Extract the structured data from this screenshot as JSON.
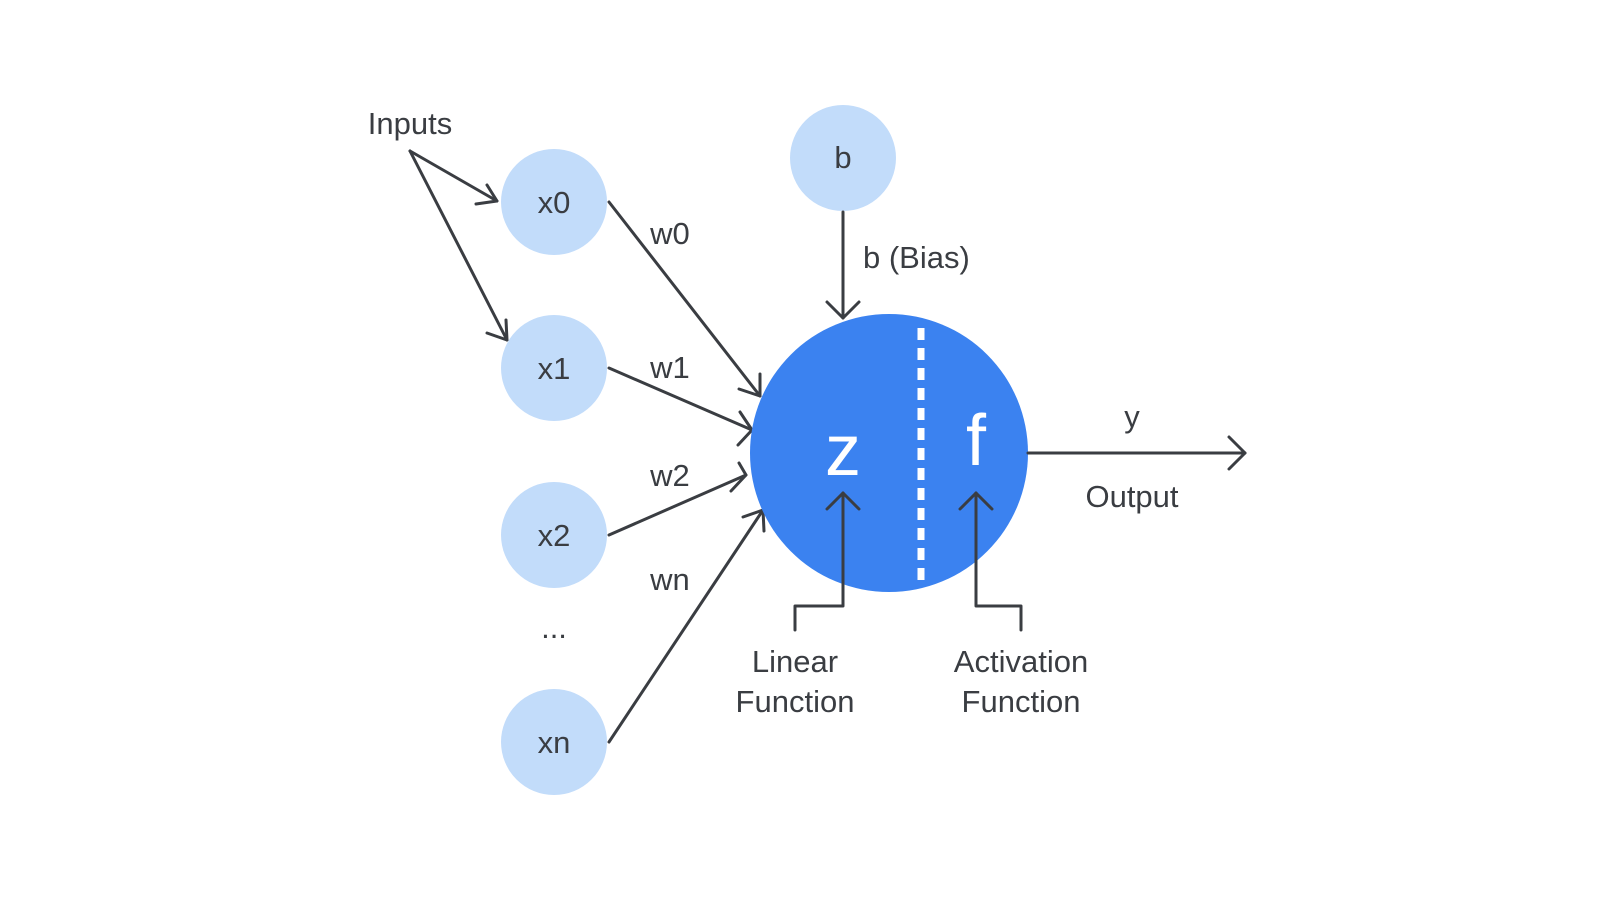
{
  "labels": {
    "inputs": "Inputs",
    "bias_label": "b (Bias)",
    "output_symbol": "y",
    "output_label": "Output",
    "ellipsis": "...",
    "linear_line1": "Linear",
    "linear_line2": "Function",
    "activation_line1": "Activation",
    "activation_line2": "Function"
  },
  "inputs": [
    {
      "name": "x0",
      "weight": "w0"
    },
    {
      "name": "x1",
      "weight": "w1"
    },
    {
      "name": "x2",
      "weight": "w2"
    },
    {
      "name": "xn",
      "weight": "wn"
    }
  ],
  "bias": {
    "name": "b"
  },
  "neuron": {
    "linear_symbol": "z",
    "activation_symbol": "f"
  },
  "colors": {
    "input_node": "#c2dcfa",
    "neuron": "#3b82f0",
    "text": "#3a3d42",
    "divider": "#ffffff"
  }
}
